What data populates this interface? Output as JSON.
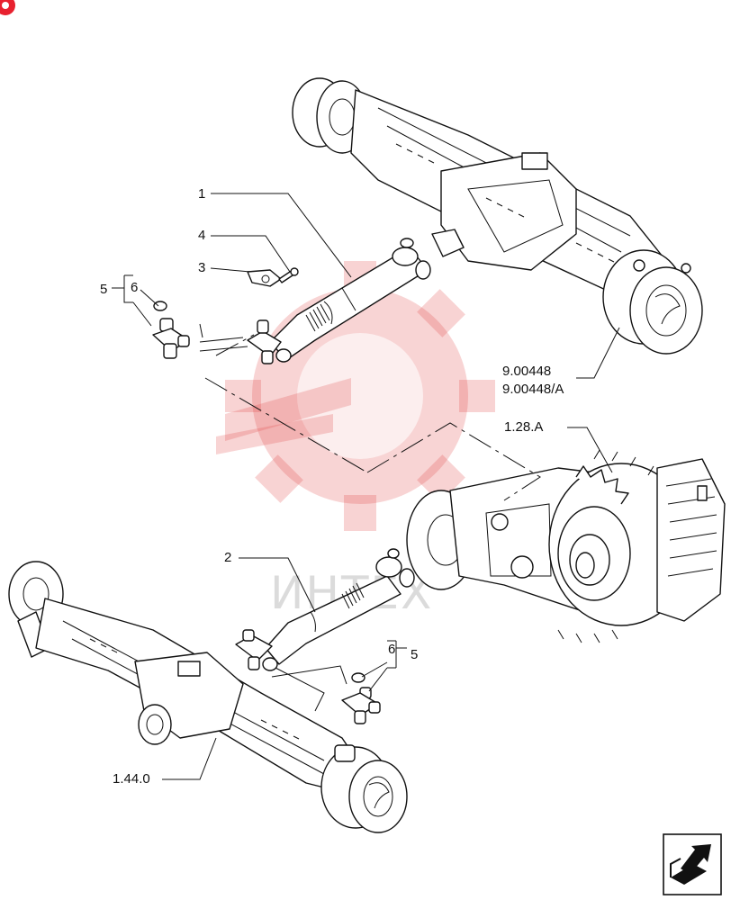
{
  "watermark": {
    "text": "ИНТЕХ",
    "color": "#e03a3a"
  },
  "callouts": {
    "shaft_upper": "1",
    "shaft_lower": "2",
    "bracket": "3",
    "bolt": "4",
    "cross_kit_upper": "5",
    "ring_upper": "6",
    "cross_kit_lower": "5",
    "ring_lower": "6"
  },
  "references": {
    "rear_axle_1": "9.00448",
    "rear_axle_2": "9.00448/A",
    "transmission": "1.28.A",
    "front_axle": "1.44.0"
  },
  "icons": {
    "corner_badge": "brand-badge-icon",
    "next_page": "next-page-arrow-icon"
  }
}
